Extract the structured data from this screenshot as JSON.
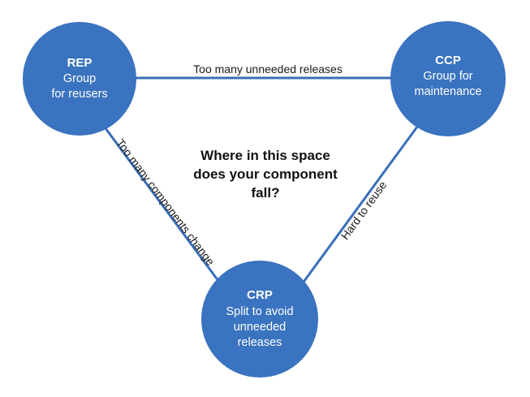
{
  "colors": {
    "node_fill": "#3a73bf",
    "edge": "#3a6fb8",
    "label_text": "#1a1a1a"
  },
  "nodes": {
    "rep": {
      "title": "REP",
      "lines": [
        "Group",
        "for reusers"
      ]
    },
    "ccp": {
      "title": "CCP",
      "lines": [
        "Group for",
        "maintenance"
      ]
    },
    "crp": {
      "title": "CRP",
      "lines": [
        "Split to avoid",
        "unneeded",
        "releases"
      ]
    }
  },
  "edges": {
    "rep_ccp": "Too many unneeded releases",
    "rep_crp": "Too many components change",
    "ccp_crp": "Hard to reuse"
  },
  "question": [
    "Where in this space",
    "does your component",
    "fall?"
  ]
}
